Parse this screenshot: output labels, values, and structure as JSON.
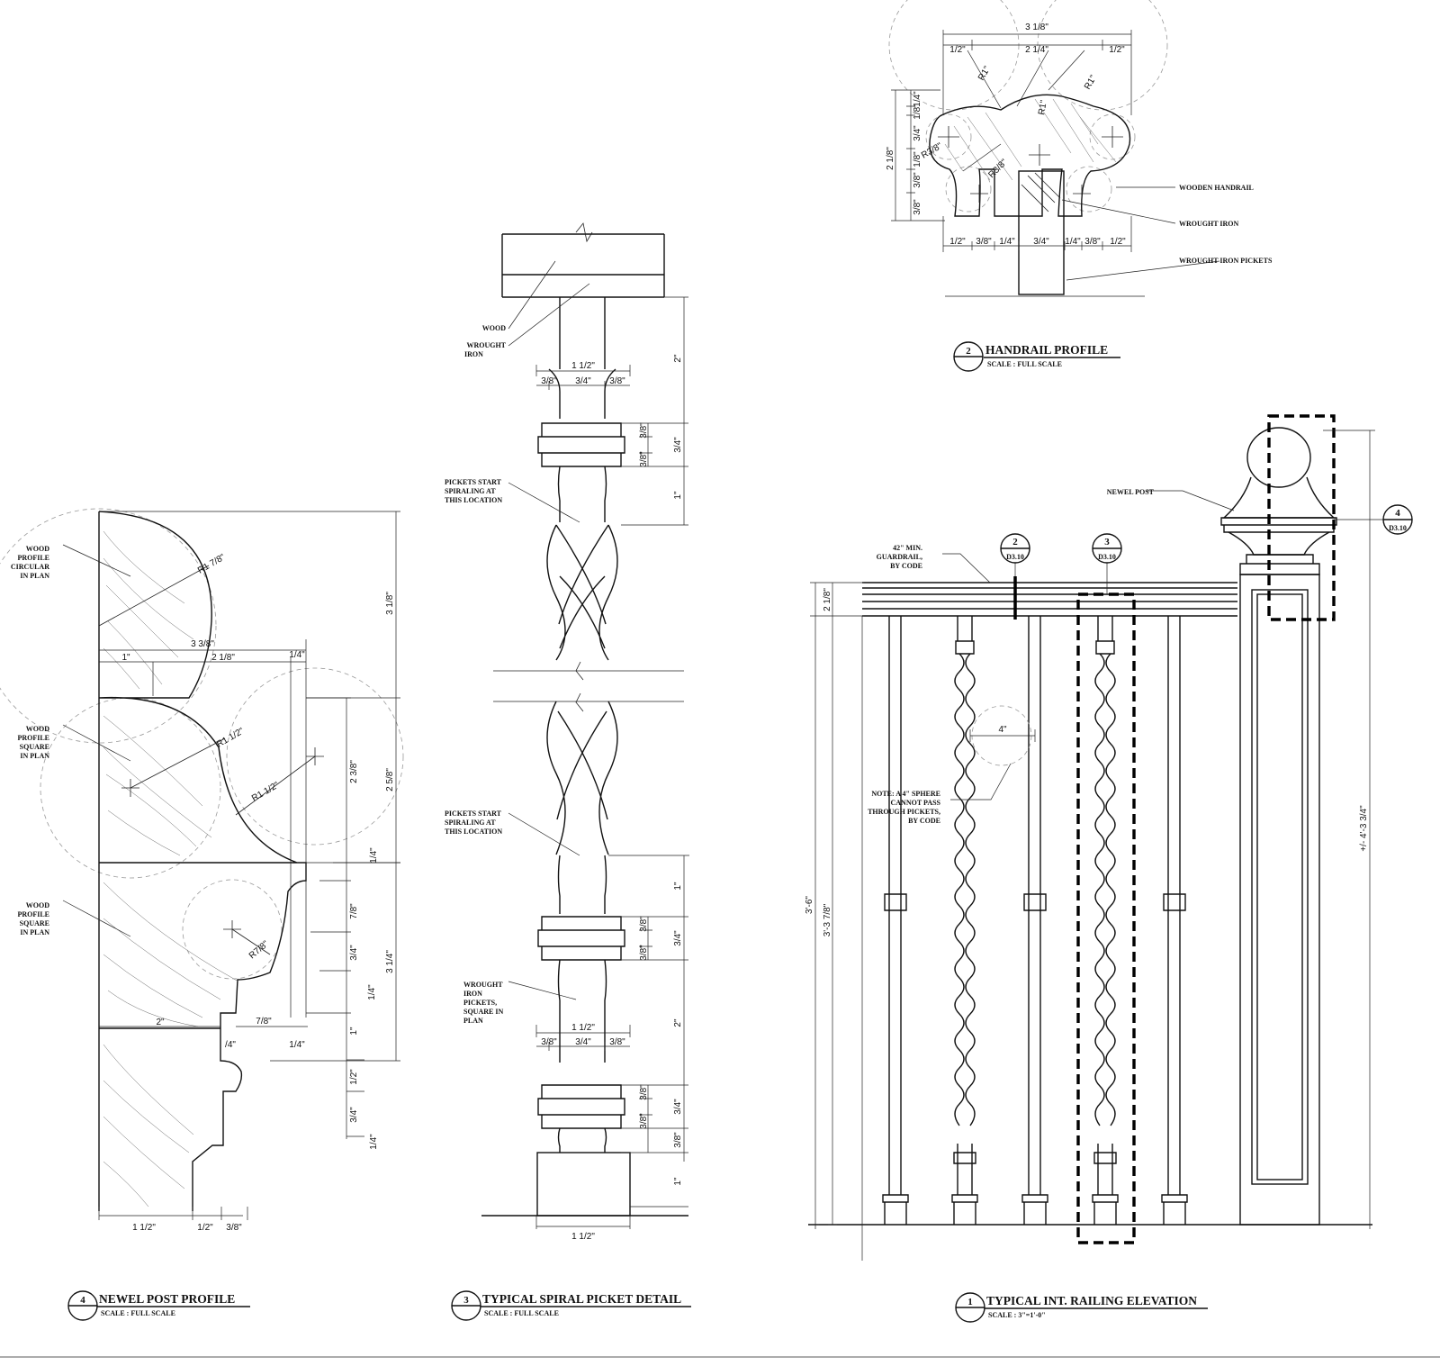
{
  "views": {
    "handrail_profile": {
      "number": "2",
      "title": "HANDRAIL PROFILE",
      "scale": "SCALE : FULL SCALE",
      "labels": {
        "wooden_handrail": "WOODEN HANDRAIL",
        "wrought_iron": "WROUGHT IRON",
        "wrought_iron_pickets": "WROUGHT IRON PICKETS"
      },
      "dims": {
        "overall_width": "3 1/8\"",
        "top_left": "1/2\"",
        "top_mid": "2 1/4\"",
        "top_right": "1/2\"",
        "r_left": "R1\"",
        "r_mid": "R1\"",
        "r_right": "R1\"",
        "r_small_a": "R3/8\"",
        "r_small_b": "R3/8\"",
        "height": "2 1/8\"",
        "v1": "1/4\"",
        "v2": "1/8\"",
        "v3": "3/4\"",
        "v4": "1/8\"",
        "v5": "3/8\"",
        "v6": "3/8\"",
        "b1": "1/2\"",
        "b2": "3/8\"",
        "b3": "1/4\"",
        "b4": "3/4\"",
        "b5": "1/4\"",
        "b6": "3/8\"",
        "b7": "1/2\""
      }
    },
    "railing_elevation": {
      "number": "1",
      "title": "TYPICAL INT. RAILING ELEVATION",
      "scale": "SCALE : 3\"=1'-0\"",
      "labels": {
        "newel_post": "NEWEL POST",
        "guardrail": [
          "42\" MIN.",
          "GUARDRAIL,",
          "BY CODE"
        ],
        "note": [
          "NOTE: A 4\" SPHERE",
          "CANNOT PASS",
          "THROUGH PICKETS,",
          "BY CODE"
        ],
        "sphere": "4\""
      },
      "callouts": [
        {
          "num": "2",
          "sheet": "D3.10"
        },
        {
          "num": "3",
          "sheet": "D3.10"
        },
        {
          "num": "4",
          "sheet": "D3.10"
        }
      ],
      "dims": {
        "rail": "2 1/8\"",
        "overall": "3'-6\"",
        "picket": "3'-3 7/8\"",
        "newel": "+/- 4'-3 3/4\""
      }
    },
    "spiral_picket": {
      "number": "3",
      "title": "TYPICAL SPIRAL PICKET DETAIL",
      "scale": "SCALE : FULL SCALE",
      "labels": {
        "wood": "WOOD",
        "wrought_iron": [
          "WROUGHT",
          "IRON"
        ],
        "spiral_top": [
          "PICKETS START",
          "SPIRALING AT",
          "THIS LOCATION"
        ],
        "spiral_bottom": [
          "PICKETS START",
          "SPIRALING AT",
          "THIS LOCATION"
        ],
        "pickets": [
          "WROUGHT",
          "IRON",
          "PICKETS,",
          "SQUARE IN",
          "PLAN"
        ]
      },
      "dims": {
        "width": "1 1/2\"",
        "a": "3/8\"",
        "b": "3/4\"",
        "c": "3/8\"",
        "r1": "2\"",
        "r2": "3/8\"",
        "r3": "3/4\"",
        "r4": "3/8\"",
        "r5": "1\"",
        "r6": "1\"",
        "r7": "3/8\"",
        "r8": "3/4\"",
        "r9": "3/8\"",
        "r10": "2\"",
        "r11": "3/8\"",
        "r12": "3/4\"",
        "r13": "3/8\"",
        "r14": "3/8\"",
        "r15": "1\""
      }
    },
    "newel_profile": {
      "number": "4",
      "title": "NEWEL POST PROFILE",
      "scale": "SCALE : FULL SCALE",
      "labels": {
        "circular": [
          "WOOD",
          "PROFILE",
          "CIRCULAR",
          "IN PLAN"
        ],
        "square_1": [
          "WOOD",
          "PROFILE",
          "SQUARE",
          "IN PLAN"
        ],
        "square_2": [
          "WOOD",
          "PROFILE",
          "SQUARE",
          "IN PLAN"
        ]
      },
      "dims": {
        "r_top": "R1 7/8\"",
        "w_338": "3 3/8\"",
        "w_1": "1\"",
        "w_218": "2 1/8\"",
        "w_14": "1/4\"",
        "r_mid1": "R1 1/2\"",
        "r_mid2": "R1 1/2\"",
        "r_low": "R7/8\"",
        "w_2": "2\"",
        "w_78": "7/8\"",
        "w_14b": "/4\"",
        "w_14c": "1/4\"",
        "b_112": "1 1/2\"",
        "b_12": "1/2\"",
        "b_38": "3/8\"",
        "v_318": "3 1/8\"",
        "v_238": "2 3/8\"",
        "v_258": "2 5/8\"",
        "v_14a": "1/4\"",
        "v_78": "7/8\"",
        "v_34": "3/4\"",
        "v_314": "3 1/4\"",
        "v_14b": "1/4\"",
        "v_1": "1\"",
        "v_12": "1/2\"",
        "v_34b": "3/4\"",
        "v_14c": "1/4\""
      }
    }
  }
}
